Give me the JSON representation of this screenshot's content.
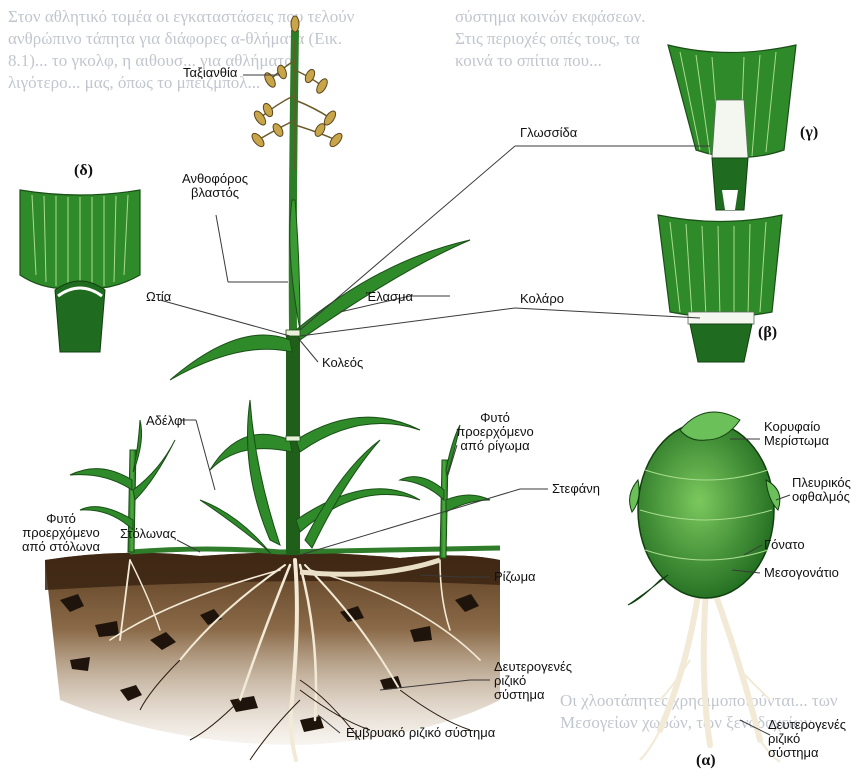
{
  "colors": {
    "leaf_dark": "#1f6b1f",
    "leaf_mid": "#3f9a36",
    "leaf_light": "#9fd68a",
    "soil": "#6b4a2a",
    "soil_dark": "#2a1a0d",
    "root": "#f2ead6",
    "label_line": "#3a3a3a"
  },
  "background_text": {
    "top_left": "Στον αθλητικό τομέα οι εγκαταστάσεις που τελούν ανθρώπινο τάπητα για διάφορες α-θλήματα (Εικ. 8.1)... το γκολφ, η αιθουσ... για αθλήματα λιγότερο... μας, όπως το μπέιζμπολ...",
    "top_right": "σύστημα κοινών εκφάσεων. Στις περιοχές οπές τους, τα κοινά το σπίτια που...",
    "bottom": "Οι χλοοτάπητες χρησιμοποιούνται... των Μεσογείων χωρών, των ξενοδοχείων..."
  },
  "diagram": {
    "labels": {
      "inflorescence": "Ταξιανθία",
      "ligule": "Γλωσσίδα",
      "flowering_stem_line1": "Ανθοφόρος",
      "flowering_stem_line2": "βλαστός",
      "auricle": "Ωτία",
      "blade": "Έλασμα",
      "collar": "Κολάρο",
      "sheath": "Κολεός",
      "tiller": "Αδέλφι",
      "rhizome_plant_line1": "Φυτό",
      "rhizome_plant_line2": "προερχόμενο",
      "rhizome_plant_line3": "από ρίγωμα",
      "crown": "Στεφάνη",
      "stolon_plant_line1": "Φυτό",
      "stolon_plant_line2": "προερχόμενο",
      "stolon_plant_line3": "από στόλωνα",
      "stolon": "Στόλωνας",
      "rhizome": "Ρίζωμα",
      "secondary_root_line1": "Δευτερογενές",
      "secondary_root_line2": "ριζικό",
      "secondary_root_line3": "σύστημα",
      "embryonic_root": "Εμβρυακό ριζικό σύστημα",
      "apical_meristem_line1": "Κορυφαίο",
      "apical_meristem_line2": "Μερίστωμα",
      "lateral_bud_line1": "Πλευρικός",
      "lateral_bud_line2": "οφθαλμός",
      "node": "Γόνατο",
      "internode": "Μεσογονάτιο",
      "crown_secondary_line1": "Δευτερογενές",
      "crown_secondary_line2": "ριζικό",
      "crown_secondary_line3": "σύστημα"
    },
    "panels": {
      "delta": "(δ)",
      "gamma": "(γ)",
      "beta": "(β)",
      "alpha": "(α)"
    }
  }
}
